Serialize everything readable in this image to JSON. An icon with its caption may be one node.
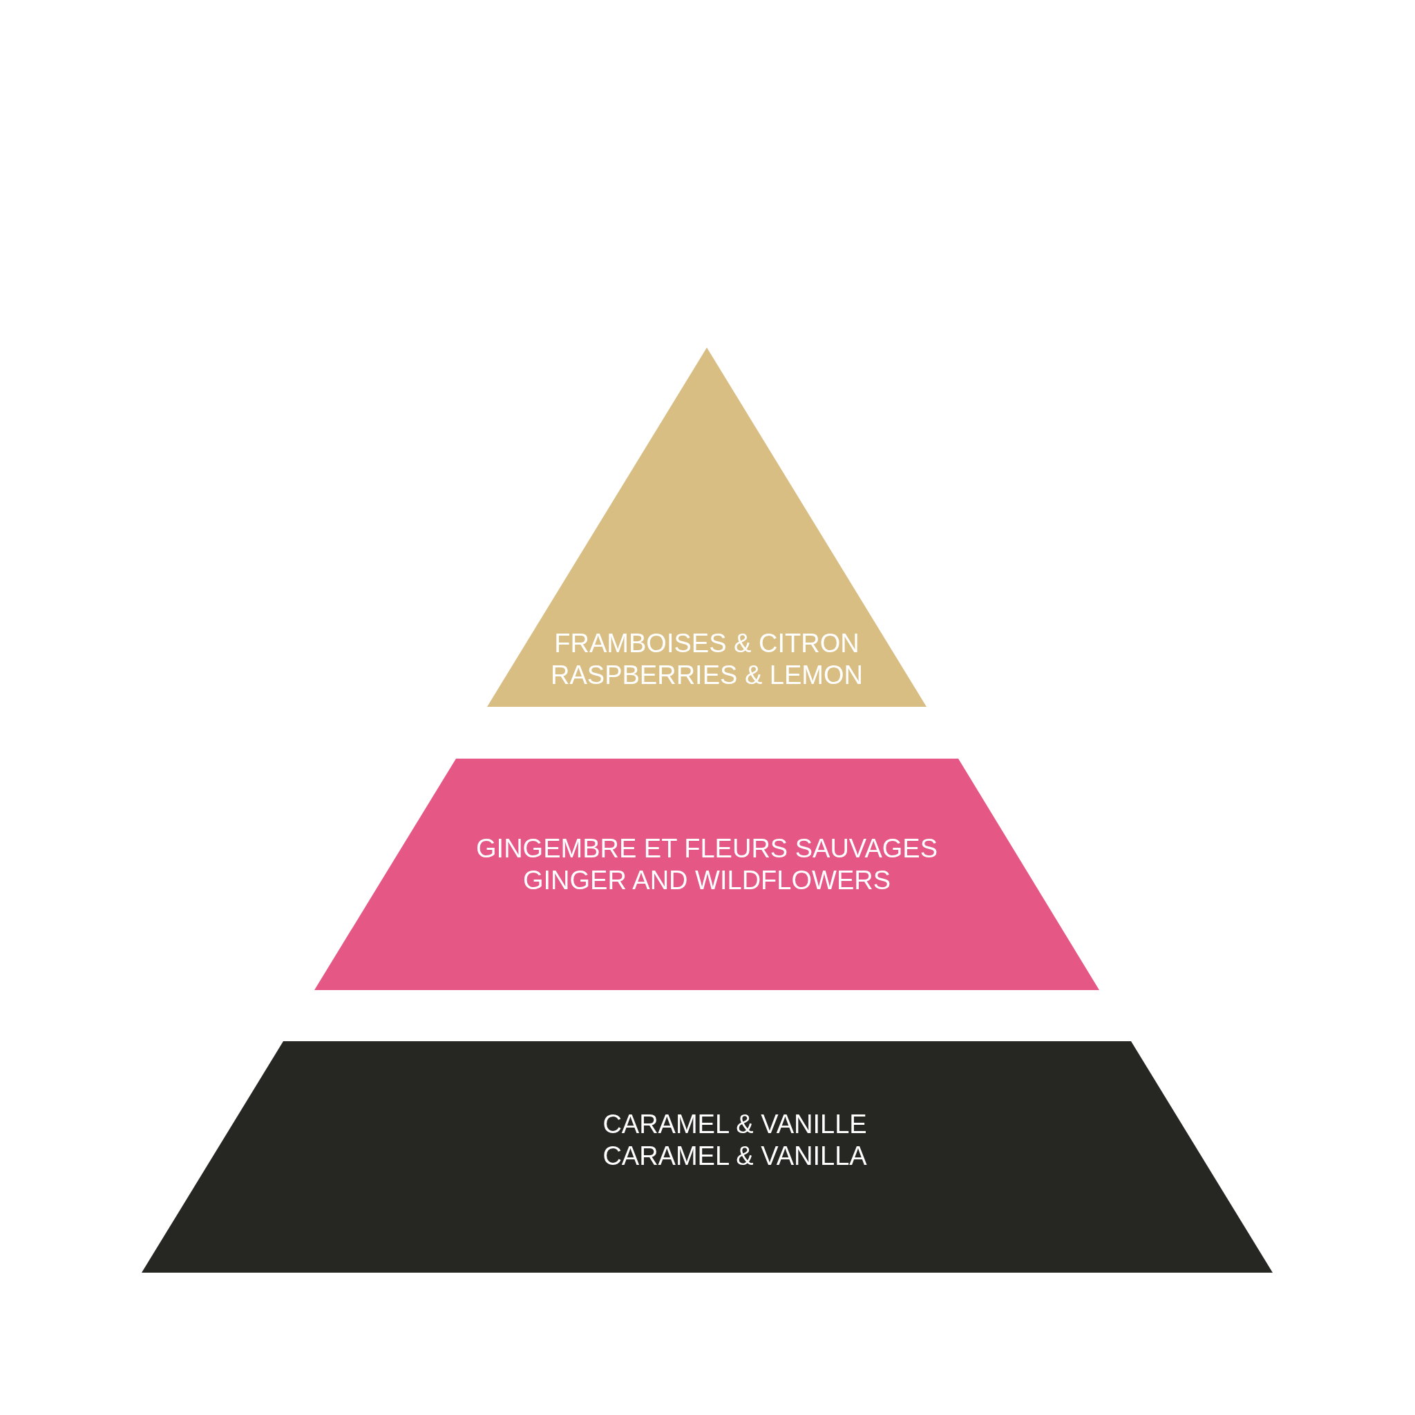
{
  "diagram": {
    "nodes": [
      {
        "text": [
          "FRAMBOISES & CITRON",
          "RASPBERRIES & LEMON"
        ]
      },
      {
        "text": [
          "GINGEMBRE ET FLEURS SAUVAGES",
          "GINGER AND WILDFLOWERS"
        ]
      },
      {
        "text": [
          "CARAMEL & VANILLE",
          "CARAMEL & VANILLA"
        ]
      }
    ]
  }
}
